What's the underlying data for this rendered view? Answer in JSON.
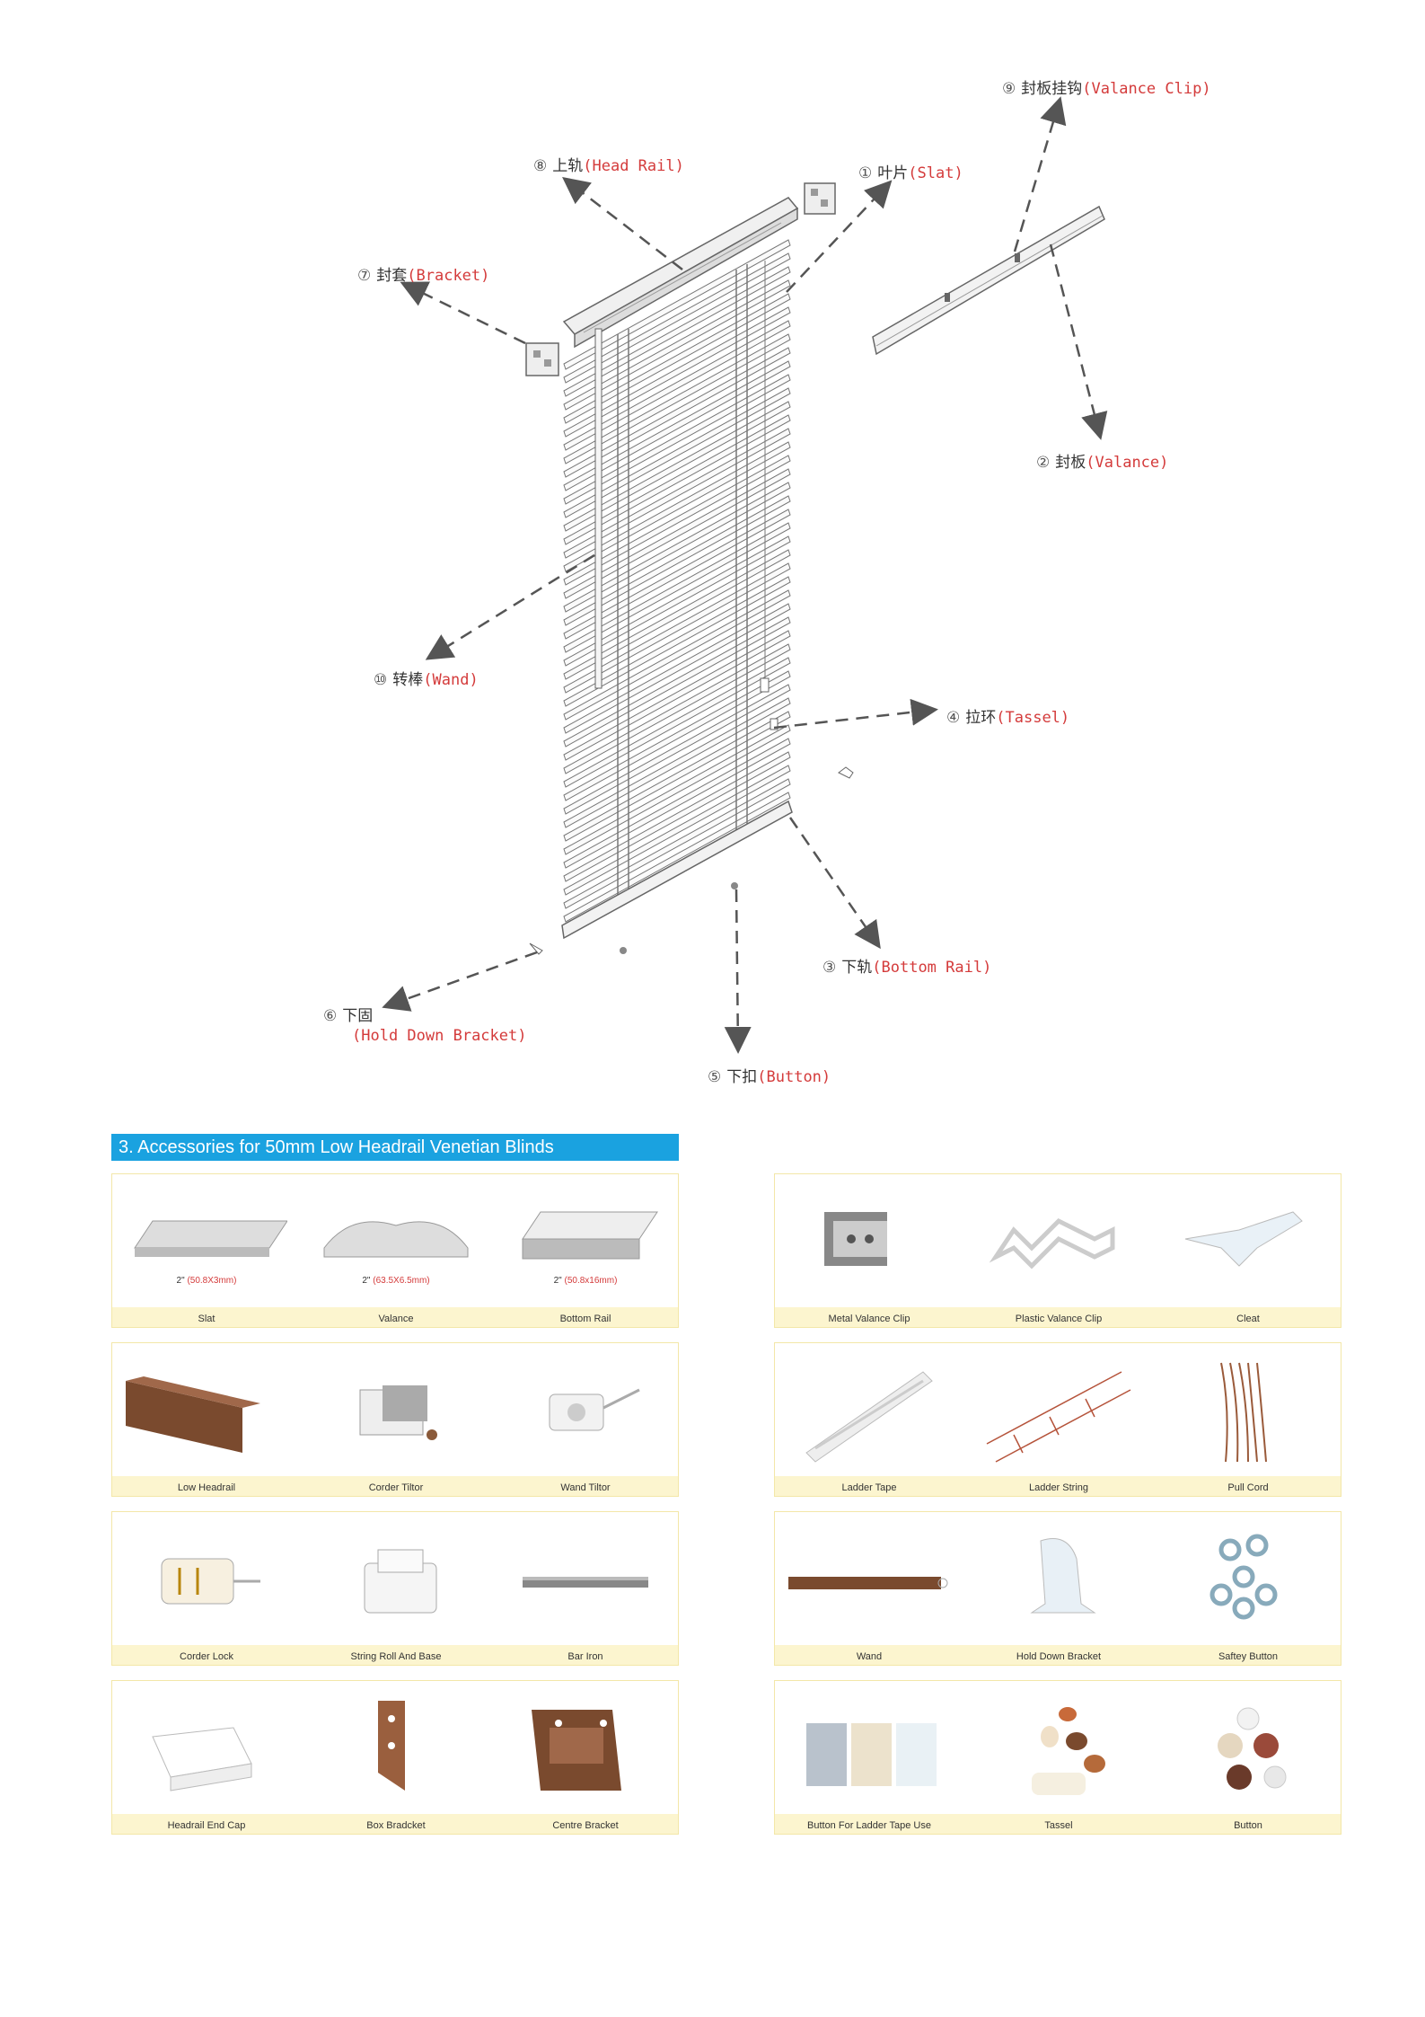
{
  "diagram": {
    "callouts": [
      {
        "num": "⑨",
        "cn": "封板挂钩",
        "en": "Valance Clip"
      },
      {
        "num": "⑧",
        "cn": "上轨",
        "en": "Head Rail"
      },
      {
        "num": "①",
        "cn": "叶片",
        "en": "Slat"
      },
      {
        "num": "⑦",
        "cn": "封套",
        "en": "Bracket"
      },
      {
        "num": "②",
        "cn": "封板",
        "en": "Valance"
      },
      {
        "num": "⑩",
        "cn": "转棒",
        "en": "Wand"
      },
      {
        "num": "④",
        "cn": "拉环",
        "en": "Tassel"
      },
      {
        "num": "③",
        "cn": "下轨",
        "en": "Bottom Rail"
      },
      {
        "num": "⑥",
        "cn": "下固",
        "en": "Hold Down Bracket"
      },
      {
        "num": "⑤",
        "cn": "下扣",
        "en": "Button"
      }
    ]
  },
  "section": {
    "title": "3. Accessories for 50mm Low Headrail Venetian Blinds"
  },
  "accessories": {
    "left": [
      [
        {
          "label": "Slat",
          "spec_prefix": "2\"",
          "spec": "(50.8X3mm)"
        },
        {
          "label": "Valance",
          "spec_prefix": "2\"",
          "spec": "(63.5X6.5mm)"
        },
        {
          "label": "Bottom Rail",
          "spec_prefix": "2\"",
          "spec": "(50.8x16mm)"
        }
      ],
      [
        {
          "label": "Low Headrail"
        },
        {
          "label": "Corder Tiltor"
        },
        {
          "label": "Wand Tiltor"
        }
      ],
      [
        {
          "label": "Corder Lock"
        },
        {
          "label": "String Roll And Base"
        },
        {
          "label": "Bar Iron"
        }
      ],
      [
        {
          "label": "Headrail End Cap"
        },
        {
          "label": "Box Bradcket"
        },
        {
          "label": "Centre Bracket"
        }
      ]
    ],
    "right": [
      [
        {
          "label": "Metal Valance Clip"
        },
        {
          "label": "Plastic Valance Clip"
        },
        {
          "label": "Cleat"
        }
      ],
      [
        {
          "label": "Ladder Tape"
        },
        {
          "label": "Ladder String"
        },
        {
          "label": "Pull Cord"
        }
      ],
      [
        {
          "label": "Wand"
        },
        {
          "label": "Hold Down Bracket"
        },
        {
          "label": "Saftey Button"
        }
      ],
      [
        {
          "label": "Button For Ladder Tape Use"
        },
        {
          "label": "Tassel"
        },
        {
          "label": "Button"
        }
      ]
    ]
  }
}
